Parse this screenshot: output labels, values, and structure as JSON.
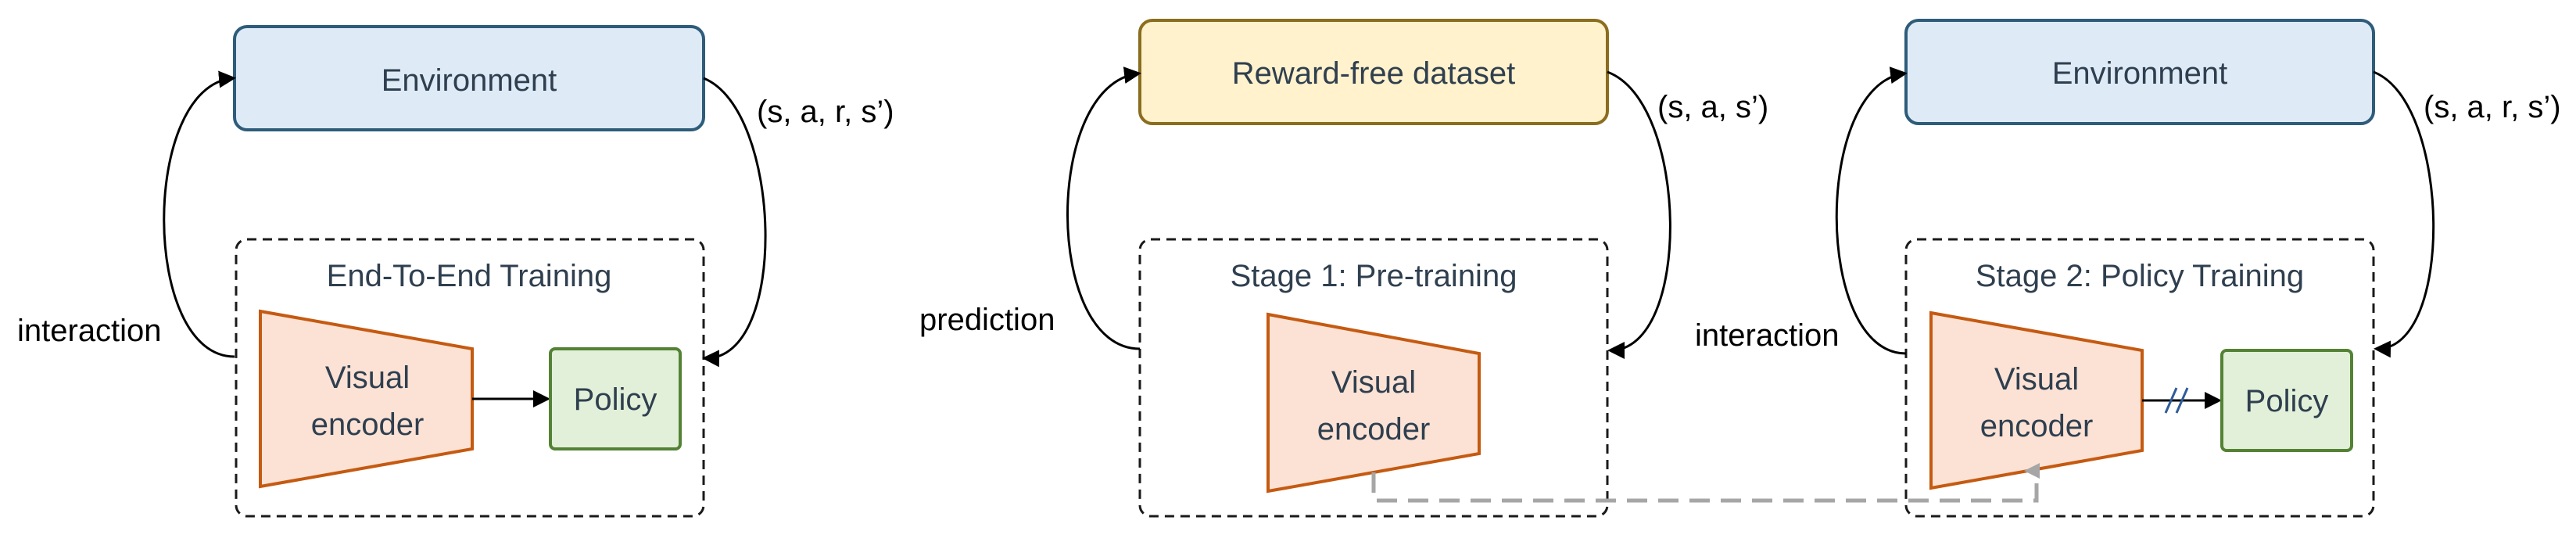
{
  "panels": {
    "left": {
      "top_box": "Environment",
      "tuple_label": "(s, a, r, s’)",
      "side_label": "interaction",
      "group_title": "End-To-End Training",
      "encoder_line1": "Visual",
      "encoder_line2": "encoder",
      "policy": "Policy"
    },
    "middle": {
      "top_box": "Reward-free dataset",
      "tuple_label": "(s, a, s’)",
      "side_label": "prediction",
      "group_title": "Stage 1: Pre-training",
      "encoder_line1": "Visual",
      "encoder_line2": "encoder"
    },
    "right": {
      "top_box": "Environment",
      "tuple_label": "(s, a, r, s’)",
      "side_label": "interaction",
      "group_title": "Stage 2: Policy Training",
      "encoder_line1": "Visual",
      "encoder_line2": "encoder",
      "policy": "Policy"
    }
  },
  "colors": {
    "environment_fill": "#deebf7",
    "environment_stroke": "#2e5c7a",
    "dataset_fill": "#fff2cc",
    "dataset_stroke": "#8a6d1f",
    "encoder_fill": "#fbe2d5",
    "encoder_stroke": "#c55a11",
    "policy_fill": "#e2f0d9",
    "policy_stroke": "#548235",
    "transfer_arrow": "#a6a6a6",
    "text": "#2f3f4f"
  }
}
